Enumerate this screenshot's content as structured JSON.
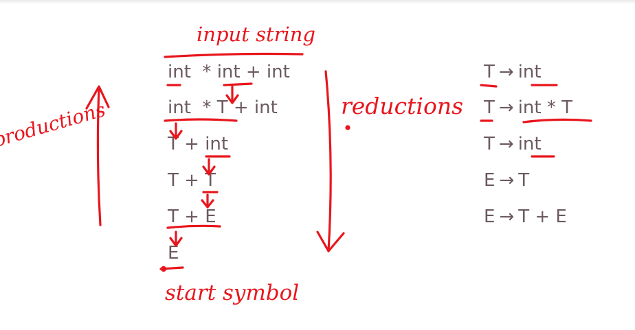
{
  "colors": {
    "ink": "#e8161d",
    "print": "#6b5a5f",
    "background": "#ffffff"
  },
  "annotations": {
    "input_string": "input string",
    "reductions": "reductions",
    "productions": "productions",
    "start_symbol": "start symbol"
  },
  "derivation": [
    {
      "parts": [
        {
          "t": "int",
          "hl": true
        },
        {
          "t": "  * "
        },
        {
          "t": "int",
          "hl": true
        },
        {
          "t": " + int"
        }
      ]
    },
    {
      "parts": [
        {
          "t": "int  * T",
          "hl": true
        },
        {
          "t": " + int"
        }
      ]
    },
    {
      "parts": [
        {
          "t": "T + "
        },
        {
          "t": "int",
          "hl": true
        }
      ]
    },
    {
      "parts": [
        {
          "t": "T + "
        },
        {
          "t": "T",
          "hl": true
        }
      ]
    },
    {
      "parts": [
        {
          "t": "T + E",
          "hl": true
        }
      ]
    },
    {
      "parts": [
        {
          "t": "E",
          "hl": true
        }
      ]
    }
  ],
  "rules": [
    {
      "lhs": "T",
      "rhs": "int"
    },
    {
      "lhs": "T",
      "rhs": "int * T"
    },
    {
      "lhs": "T",
      "rhs": "int"
    },
    {
      "lhs": "E",
      "rhs": "T"
    },
    {
      "lhs": "E",
      "rhs": "T + E"
    }
  ],
  "arrow_symbol": "→"
}
